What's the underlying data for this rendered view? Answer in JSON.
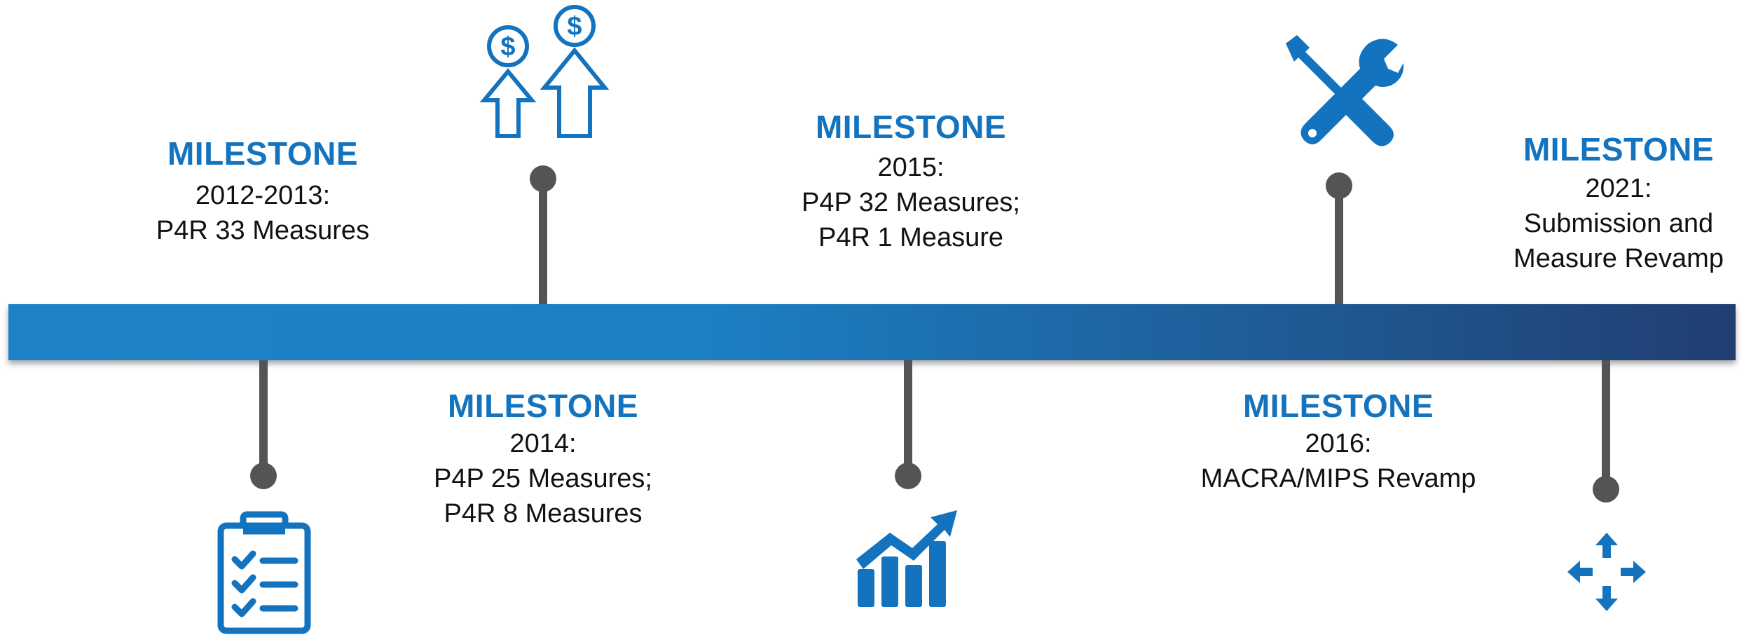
{
  "colors": {
    "accent": "#1373BE",
    "bar_start": "#1D82C7",
    "bar_end": "#213E72",
    "stem": "#545457"
  },
  "milestones": [
    {
      "heading": "MILESTONE",
      "lines": [
        "2012-2013:",
        "P4R 33 Measures"
      ]
    },
    {
      "heading": "MILESTONE",
      "lines": [
        "2014:",
        "P4P 25 Measures;",
        "P4R 8 Measures"
      ]
    },
    {
      "heading": "MILESTONE",
      "lines": [
        "2015:",
        "P4P 32 Measures;",
        "P4R 1 Measure"
      ]
    },
    {
      "heading": "MILESTONE",
      "lines": [
        "2016:",
        "MACRA/MIPS Revamp"
      ]
    },
    {
      "heading": "MILESTONE",
      "lines": [
        "2021:",
        "Submission and",
        "Measure Revamp"
      ]
    }
  ],
  "icons": [
    "clipboard-checklist-icon",
    "dollar-up-arrows-icon",
    "growth-chart-icon",
    "tools-icon",
    "four-way-arrows-icon"
  ]
}
